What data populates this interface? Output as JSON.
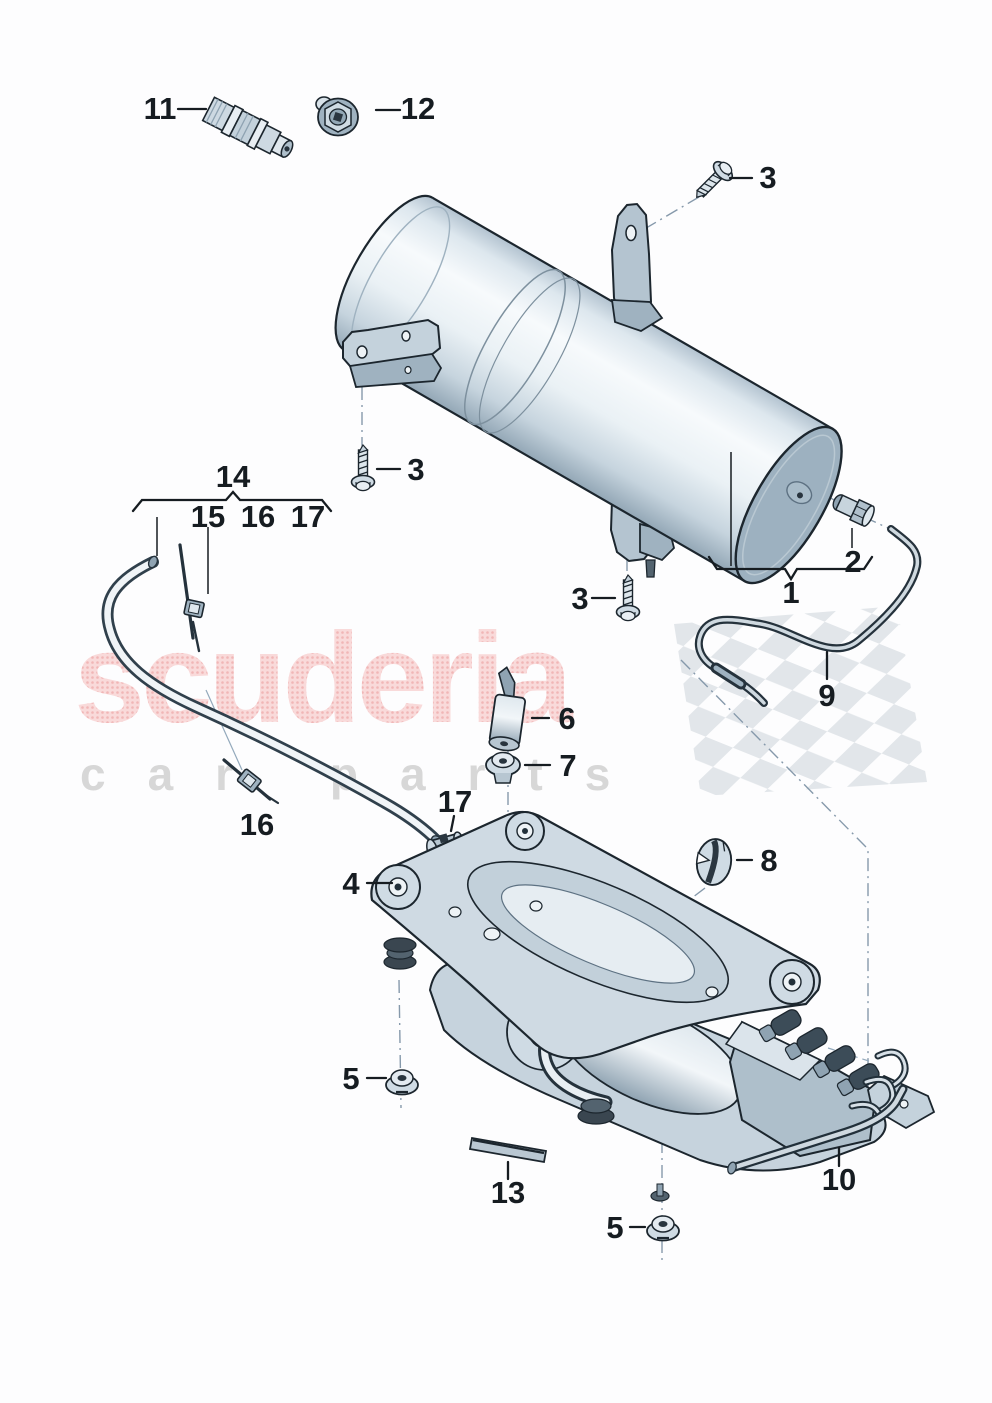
{
  "diagram_title_hint": "exploded parts diagram",
  "watermark": {
    "brand": "scuderia",
    "subtitle": "car parts"
  },
  "callouts": {
    "c11": "11",
    "c12": "12",
    "c3a": "3",
    "c3b": "3",
    "c3c": "3",
    "c2": "2",
    "c1": "1",
    "c9": "9",
    "c14": "14",
    "g15": "15",
    "g16": "16",
    "g17": "17",
    "p16": "16",
    "p17": "17",
    "c6": "6",
    "c7": "7",
    "c8": "8",
    "c4": "4",
    "c5a": "5",
    "c5b": "5",
    "c13": "13",
    "c10": "10"
  },
  "colors": {
    "ink": "#161c21",
    "metal_light": "#eef3f6",
    "metal_mid": "#c6d3dd",
    "metal_dark": "#9fb2c0",
    "leader_blue": "#93a9bc",
    "watermark_pink": "#f3bcbc",
    "watermark_gray": "#d7d7d7",
    "checker_gray": "#e2e6ea"
  }
}
